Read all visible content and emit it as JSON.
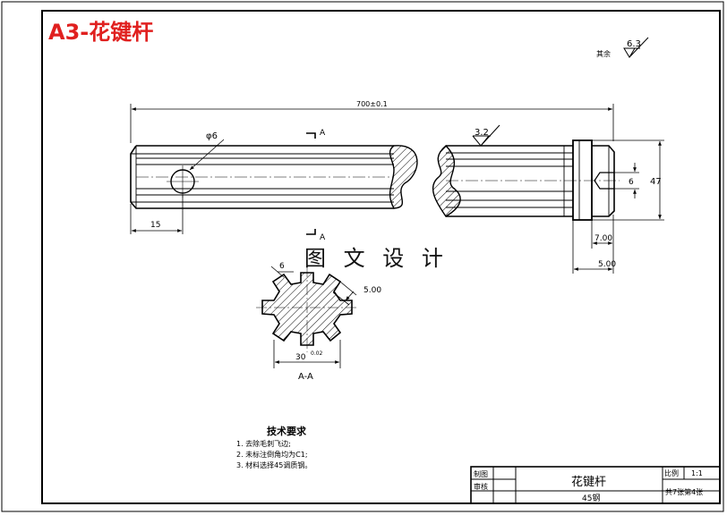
{
  "title": "A3-花键杆",
  "colors": {
    "title": "#e0201f",
    "line": "#000000",
    "watermark": "#111111"
  },
  "surface_roughness": {
    "rest_label": "其余",
    "rest_value": "6.3",
    "local_value": "3.2"
  },
  "dimensions": {
    "overall_length": "700±0.1",
    "hole_diameter": "φ6",
    "end_offset": "15",
    "flange_width": "7.00",
    "end_length": "5.00",
    "flange_diameter": "47",
    "bore": "6",
    "spline_width": "6",
    "spline_depth": "5.00",
    "spline_diameter": "30",
    "tolerance": "0.02"
  },
  "section": {
    "marker": "A",
    "label": "A-A"
  },
  "watermark": "图 文 设 计",
  "requirements": {
    "heading": "技术要求",
    "items": [
      "1. 去除毛刺飞边;",
      "2. 未标注倒角均为C1;",
      "3. 材料选择45调质钢。"
    ]
  },
  "title_block": {
    "drawn_label": "制图",
    "review_label": "审核",
    "part_name": "花键杆",
    "material": "45钢",
    "scale_label": "比例",
    "scale_value": "1:1",
    "sheet": "共7张第4张"
  }
}
